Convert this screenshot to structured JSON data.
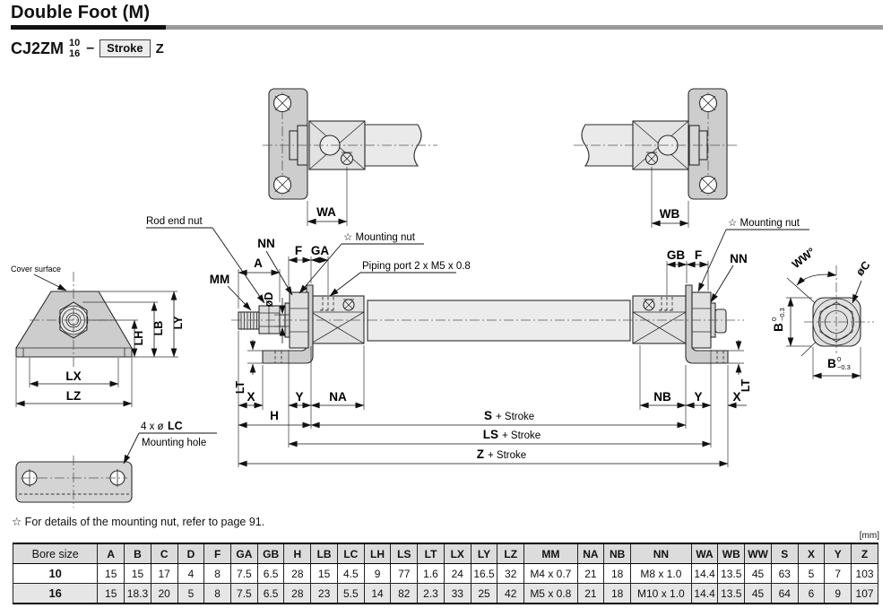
{
  "header": {
    "title": "Double Foot (M)"
  },
  "model": {
    "series": "CJ2ZM",
    "bore_top": "10",
    "bore_bottom": "16",
    "separator": "–",
    "stroke_label": "Stroke",
    "suffix": "Z"
  },
  "views": {
    "top_left": {
      "dim_wa": "WA"
    },
    "top_right": {
      "dim_wb": "WB"
    },
    "foot_front": {
      "cover_surface": "Cover surface",
      "dim_lh": "LH",
      "dim_lb": "LB",
      "dim_ly": "LY",
      "dim_lx": "LX",
      "dim_lz": "LZ"
    },
    "foot_plate": {
      "holes_prefix": "4 x ø",
      "holes_dim": "LC",
      "mounting_hole": "Mounting hole"
    },
    "main": {
      "rod_end_nut": "Rod end nut",
      "mounting_nut_note": "☆ Mounting nut",
      "piping_port": "Piping port 2 x M5 x 0.8",
      "dim_a": "A",
      "dim_mm": "MM",
      "dim_nn": "NN",
      "dim_f": "F",
      "dim_ga": "GA",
      "dim_gb": "GB",
      "dim_d": "øD",
      "dim_lt": "LT",
      "dim_x": "X",
      "dim_y": "Y",
      "dim_na": "NA",
      "dim_nb": "NB",
      "dim_h": "H",
      "dim_s": "S",
      "dim_ls": "LS",
      "dim_z": "Z",
      "plus_stroke": "+ Stroke"
    },
    "end_view": {
      "dim_ww": "WW°",
      "dim_c": "øC",
      "dim_b": "B",
      "tol_top": "0",
      "tol_bottom": "−0.3"
    }
  },
  "footnote": "☆ For details of the mounting nut, refer to page 91.",
  "units_note": "[mm]",
  "table": {
    "columns": [
      "Bore size",
      "A",
      "B",
      "C",
      "D",
      "F",
      "GA",
      "GB",
      "H",
      "LB",
      "LC",
      "LH",
      "LS",
      "LT",
      "LX",
      "LY",
      "LZ",
      "MM",
      "NA",
      "NB",
      "NN",
      "WA",
      "WB",
      "WW",
      "S",
      "X",
      "Y",
      "Z"
    ],
    "rows": [
      [
        "10",
        "15",
        "15",
        "17",
        "4",
        "8",
        "7.5",
        "6.5",
        "28",
        "15",
        "4.5",
        "9",
        "77",
        "1.6",
        "24",
        "16.5",
        "32",
        "M4 x 0.7",
        "21",
        "18",
        "M8 x 1.0",
        "14.4",
        "13.5",
        "45",
        "63",
        "5",
        "7",
        "103"
      ],
      [
        "16",
        "15",
        "18.3",
        "20",
        "5",
        "8",
        "7.5",
        "6.5",
        "28",
        "23",
        "5.5",
        "14",
        "82",
        "2.3",
        "33",
        "25",
        "42",
        "M5 x 0.8",
        "21",
        "18",
        "M10 x 1.0",
        "14.4",
        "13.5",
        "45",
        "64",
        "6",
        "9",
        "107"
      ]
    ]
  }
}
